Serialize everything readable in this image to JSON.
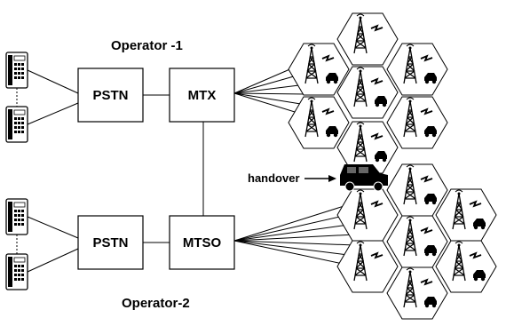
{
  "operators": {
    "op1_label": "Operator -1",
    "op2_label": "Operator-2"
  },
  "nodes": {
    "pstn1": "PSTN",
    "mtx": "MTX",
    "pstn2": "PSTN",
    "mtso": "MTSO"
  },
  "annotations": {
    "handover": "handover"
  },
  "icons": {
    "phone": "telephone-icon",
    "tower": "cell-tower-icon",
    "signal": "lightning-signal-icon",
    "car": "car-icon"
  },
  "colors": {
    "stroke": "#000000",
    "background": "#ffffff"
  }
}
